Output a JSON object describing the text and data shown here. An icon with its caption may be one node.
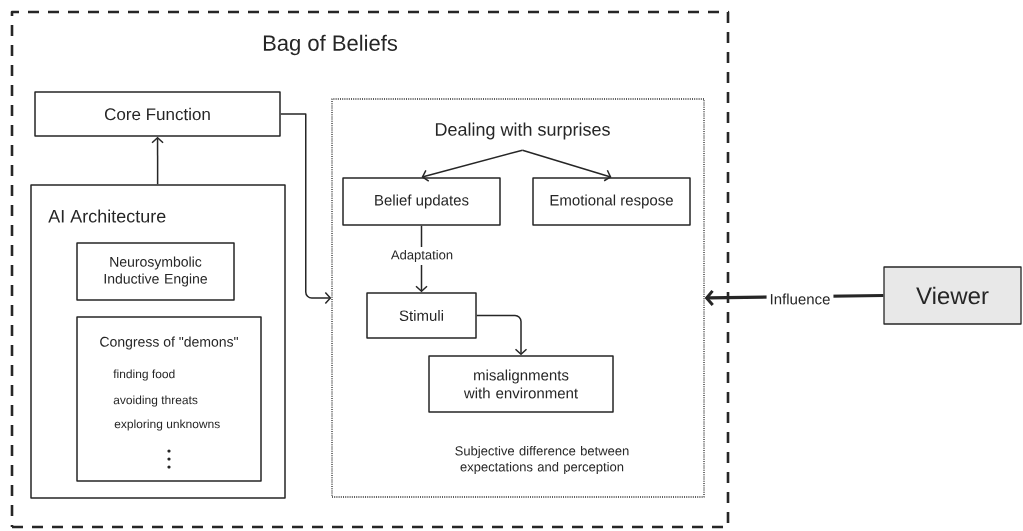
{
  "diagram": {
    "nodes": [
      {
        "text": [
          "Bag of Beliefs"
        ]
      },
      {
        "text": [
          "Core Function"
        ],
        "in": 0
      },
      {
        "text": [
          "AI Architecture"
        ],
        "in": 0
      },
      {
        "text": [
          "Neurosymbolic Inductive Engine"
        ],
        "in": 2
      },
      {
        "text": [
          "Congress of \"demons\"",
          "finding food",
          "avoiding threats",
          "exploring unknowns"
        ],
        "in": 2
      },
      {
        "text": [
          "Subjective difference between expectations and perception"
        ],
        "in": 0
      },
      {
        "text": [
          "Dealing with surprises"
        ],
        "in": 5
      },
      {
        "text": [
          "Belief updates"
        ],
        "in": 5
      },
      {
        "text": [
          "Emotional respose"
        ],
        "in": 5
      },
      {
        "text": [
          "Stimuli"
        ],
        "in": 5
      },
      {
        "text": [
          "misalignments with environment"
        ],
        "in": 5
      },
      {
        "text": [
          "Viewer"
        ]
      }
    ],
    "edges": [
      {
        "from": 2,
        "to": 1,
        "arrow": "to"
      },
      {
        "from": 1,
        "to": 5,
        "arrow": "to"
      },
      {
        "from": 6,
        "to": 7,
        "arrow": "to"
      },
      {
        "from": 6,
        "to": 8,
        "arrow": "to"
      },
      {
        "from": 7,
        "to": 9,
        "arrow": "to",
        "label": "Adaptation"
      },
      {
        "from": 9,
        "to": 10,
        "arrow": "to"
      },
      {
        "from": 11,
        "to": 5,
        "arrow": "to",
        "label": "Influence",
        "style": "thick"
      }
    ]
  }
}
